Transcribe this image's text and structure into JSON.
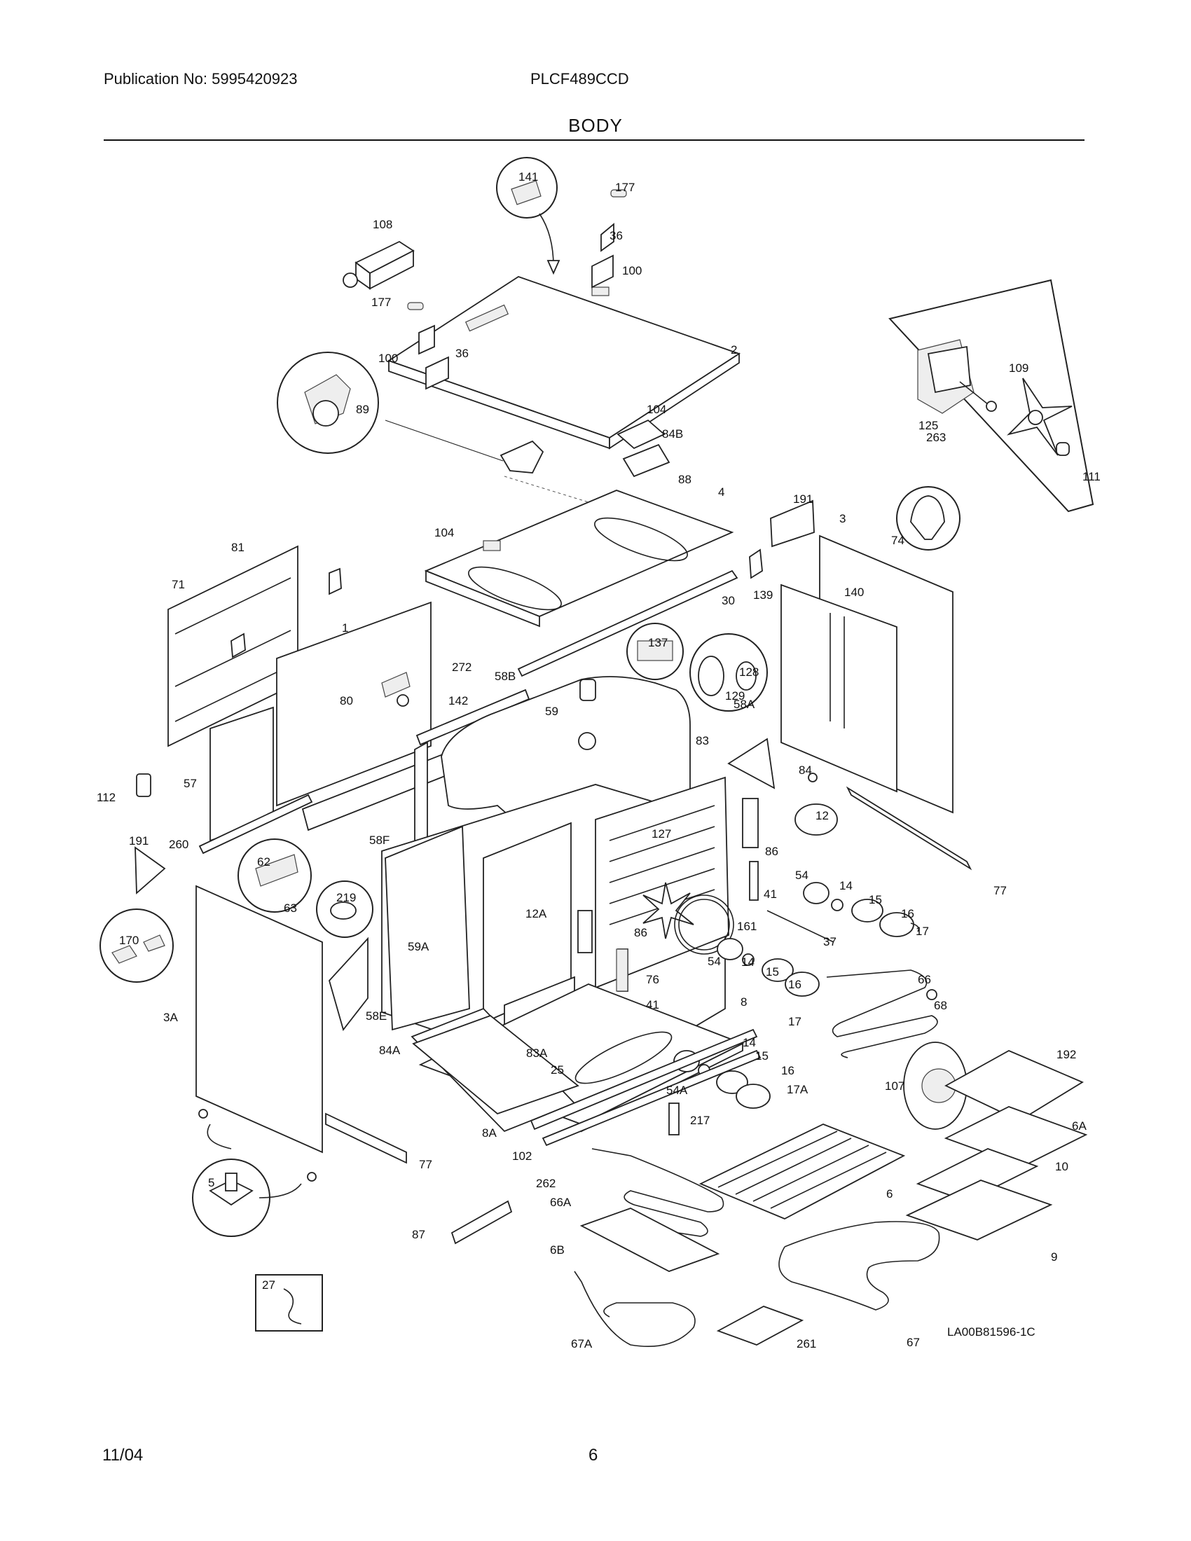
{
  "header": {
    "publication": "Publication No: 5995420923",
    "model": "PLCF489CCD",
    "section_title": "BODY"
  },
  "footer": {
    "date": "11/04",
    "page": "6"
  },
  "diagram": {
    "drawing_code": "LA00B81596-1C",
    "callouts": [
      "141",
      "177",
      "108",
      "36",
      "100",
      "177",
      "100",
      "36",
      "2",
      "89",
      "104",
      "84B",
      "109",
      "125",
      "263",
      "111",
      "88",
      "4",
      "191",
      "3",
      "104",
      "81",
      "71",
      "30",
      "139",
      "74",
      "140",
      "1",
      "272",
      "137",
      "128",
      "129",
      "58B",
      "80",
      "142",
      "59",
      "58A",
      "84",
      "57",
      "83",
      "112",
      "12",
      "127",
      "86",
      "191",
      "260",
      "58F",
      "62",
      "63",
      "219",
      "54",
      "14",
      "15",
      "16",
      "17",
      "41",
      "77",
      "12A",
      "86",
      "170",
      "161",
      "37",
      "59A",
      "76",
      "54",
      "14",
      "15",
      "16",
      "8",
      "66",
      "68",
      "41",
      "17",
      "3A",
      "58E",
      "84A",
      "83A",
      "25",
      "192",
      "14",
      "15",
      "107",
      "16",
      "54A",
      "17A",
      "6A",
      "8A",
      "217",
      "102",
      "77",
      "10",
      "262",
      "6",
      "5",
      "66A",
      "87",
      "6B",
      "9",
      "27",
      "261",
      "67",
      "67A"
    ]
  }
}
